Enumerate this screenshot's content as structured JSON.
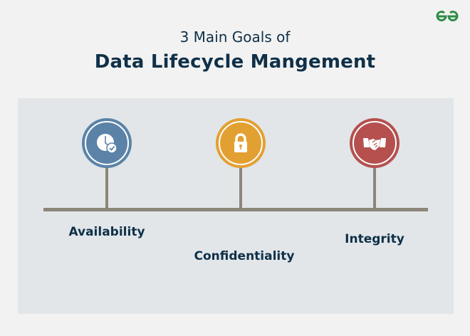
{
  "header": {
    "logo_icon": "gfg-logo-icon",
    "subtitle": "3 Main Goals of",
    "title": "Data Lifecycle Mangement"
  },
  "colors": {
    "background": "#f2f2f2",
    "panel": "#e2e6e9",
    "timeline": "#8c867b",
    "text": "#0f3048",
    "logo": "#2f8d46"
  },
  "goals": [
    {
      "label": "Availability",
      "icon": "clock-check-icon",
      "color": "#5b83a8"
    },
    {
      "label": "Confidentiality",
      "icon": "lock-icon",
      "color": "#e3a032"
    },
    {
      "label": "Integrity",
      "icon": "handshake-icon",
      "color": "#b5504e"
    }
  ]
}
